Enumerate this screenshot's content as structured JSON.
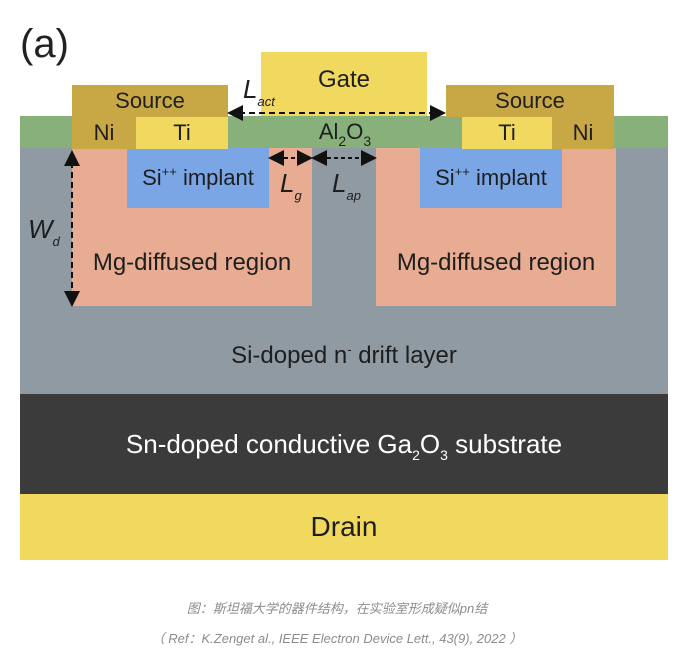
{
  "panel_label": "(a)",
  "layers": {
    "drain": "Drain",
    "substrate": {
      "pre": "Sn-doped conductive Ga",
      "sub1": "2",
      "mid": "O",
      "sub2": "3",
      "post": " substrate"
    },
    "drift": {
      "pre": "Si-doped n",
      "sup": "-",
      "post": " drift layer"
    },
    "oxide": {
      "pre": "Al",
      "sub1": "2",
      "mid": "O",
      "sub2": "3"
    }
  },
  "gate": "Gate",
  "source_left": {
    "title": "Source",
    "ni": "Ni",
    "ti": "Ti"
  },
  "source_right": {
    "title": "Source",
    "ni": "Ni",
    "ti": "Ti"
  },
  "implant_left": {
    "pre": "Si",
    "sup": "++",
    "post": " implant"
  },
  "implant_right": {
    "pre": "Si",
    "sup": "++",
    "post": " implant"
  },
  "mg_left": "Mg-diffused region",
  "mg_right": "Mg-diffused region",
  "dims": {
    "lact": {
      "main": "L",
      "sub": "act"
    },
    "lg": {
      "main": "L",
      "sub": "g"
    },
    "lap": {
      "main": "L",
      "sub": "ap"
    },
    "wd": {
      "main": "W",
      "sub": "d"
    }
  },
  "caption_1": "图：斯坦福大学的器件结构，在实验室形成疑似pn结",
  "caption_2": "（ Ref：K.Zenget al., IEEE Electron Device Lett., 43(9), 2022 ）"
}
